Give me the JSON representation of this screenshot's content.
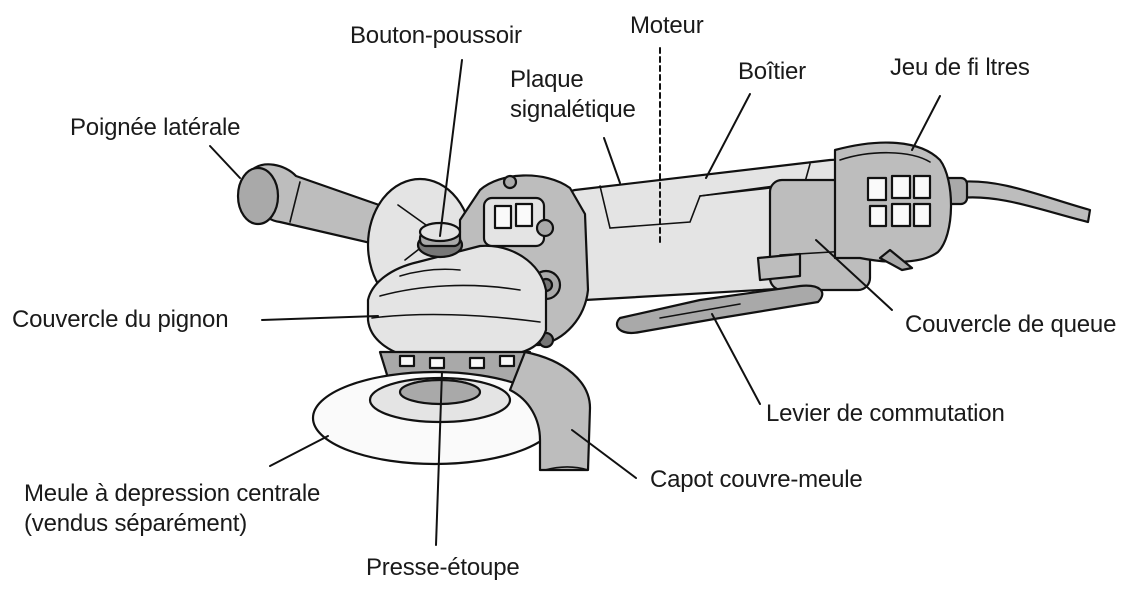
{
  "diagram": {
    "labels": {
      "bouton_poussoir": "Bouton-poussoir",
      "moteur": "Moteur",
      "plaque_line1": "Plaque",
      "plaque_line2": "signalétique",
      "boitier": "Boîtier",
      "jeu_de_filtres": "Jeu de fi ltres",
      "poignee_laterale": "Poignée latérale",
      "couvercle_du_pignon": "Couvercle du pignon",
      "couvercle_de_queue": "Couvercle de queue",
      "levier_de_commutation": "Levier de commutation",
      "capot_couvre_meule": "Capot couvre-meule",
      "meule_line1": "Meule à depression centrale",
      "meule_line2": "(vendus séparément)",
      "presse_etoupe": "Presse-étoupe"
    },
    "colors": {
      "body": "#bdbdbd",
      "outline": "#111111",
      "highlight": "#e4e4e4"
    }
  }
}
